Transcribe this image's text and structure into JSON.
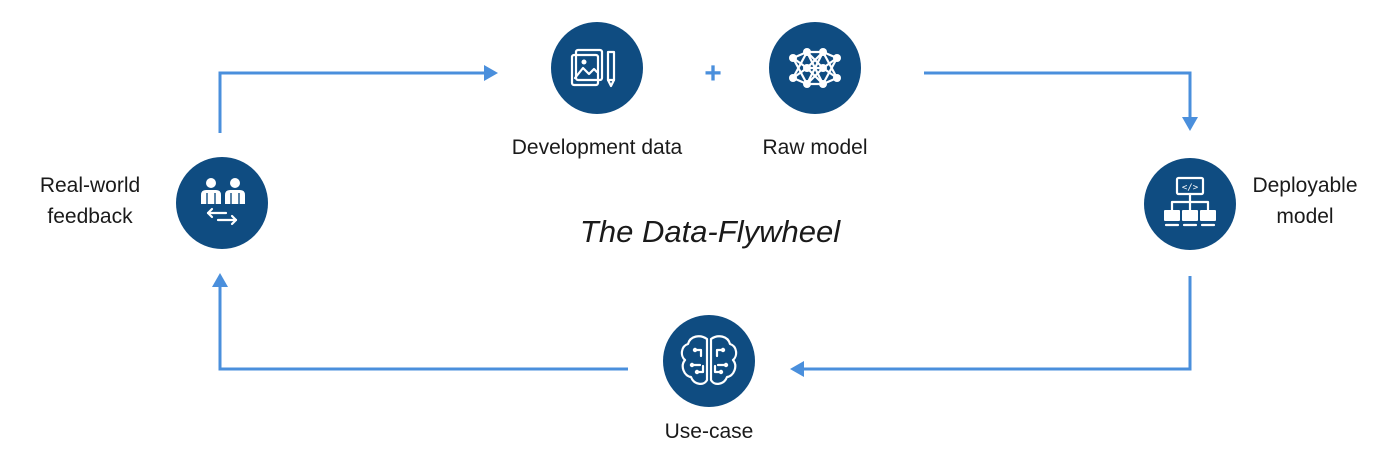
{
  "title": "The Data-Flywheel",
  "plus_sign": "+",
  "colors": {
    "node": "#0f4c81",
    "arrow": "#4a8fdc",
    "text": "#1a1a1a"
  },
  "nodes": {
    "development_data": {
      "label": "Development data",
      "icon": "image-pencil-icon"
    },
    "raw_model": {
      "label": "Raw model",
      "icon": "neural-network-icon"
    },
    "deployable_model": {
      "label_line1": "Deployable",
      "label_line2": "model",
      "icon": "code-hierarchy-icon"
    },
    "use_case": {
      "label": "Use-case",
      "icon": "brain-circuit-icon"
    },
    "real_world_feedback": {
      "label_line1": "Real-world",
      "label_line2": "feedback",
      "icon": "users-exchange-icon"
    }
  }
}
